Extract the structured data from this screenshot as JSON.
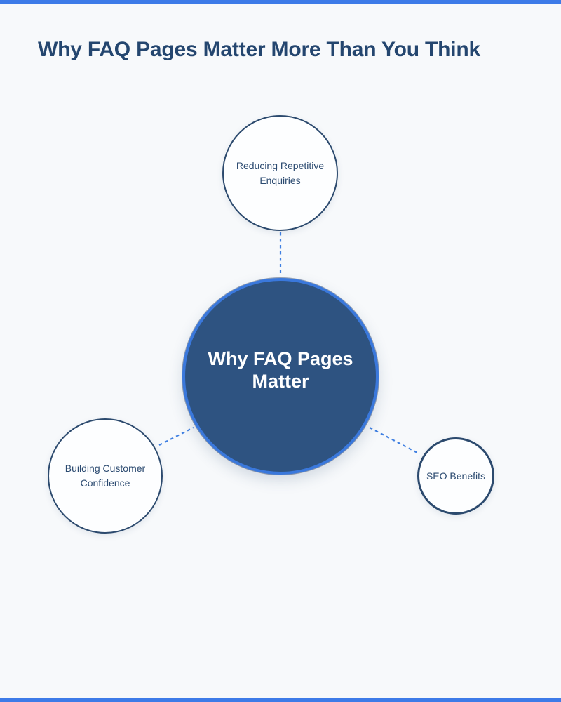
{
  "colors": {
    "page_bg": "#f7f9fb",
    "accent": "#3d7be8",
    "title_color": "#24466f",
    "center_fill": "#2e5381",
    "center_ring": "#3a78dc",
    "center_text": "#ffffff",
    "node_fill": "#fdfeff",
    "node_border": "#2c4a6e",
    "node_text": "#2b4a70",
    "connector": "#4080e2"
  },
  "header": {
    "title": "Why FAQ Pages Matter More Than You Think"
  },
  "diagram": {
    "center": {
      "label": "Why FAQ Pages Matter"
    },
    "nodes": [
      {
        "id": "reducing-repetitive-enquiries",
        "label": "Reducing Repetitive Enquiries"
      },
      {
        "id": "building-customer-confidence",
        "label": "Building Customer Confidence"
      },
      {
        "id": "seo-benefits",
        "label": "SEO Benefits"
      }
    ]
  }
}
